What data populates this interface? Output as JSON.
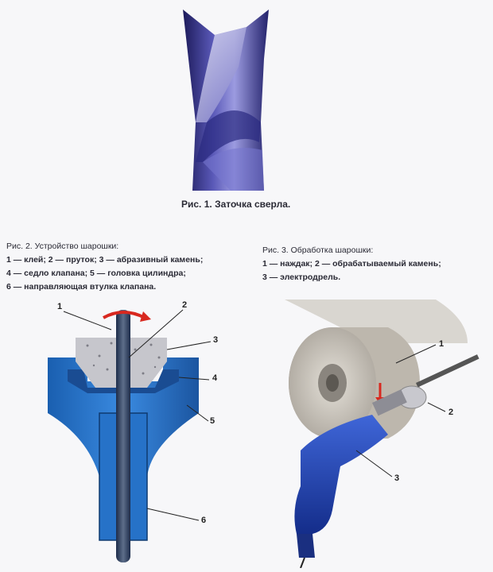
{
  "fig1": {
    "caption": "Рис. 1. Заточка сверла."
  },
  "fig2": {
    "caption": "Рис. 2. Устройство шарошки:",
    "legend": [
      "1 — клей; 2 — пруток; 3 — абразивный камень;",
      "4 — седло клапана; 5 — головка цилиндра;",
      "6 — направляющая втулка клапана."
    ],
    "labels": [
      "1",
      "2",
      "3",
      "4",
      "5",
      "6"
    ]
  },
  "fig3": {
    "caption": "Рис. 3. Обработка шарошки:",
    "legend": [
      "1 — наждак; 2 — обрабатываемый камень;",
      "3 — электродрель."
    ],
    "labels": [
      "1",
      "2",
      "3"
    ]
  },
  "colors": {
    "drill": "#3b3a8c",
    "cylinder_blue": "#2f7fd0",
    "stone": "#c9c9cf",
    "grinder": "#b9b4ac",
    "drill_tool": "#1f3fb0"
  }
}
